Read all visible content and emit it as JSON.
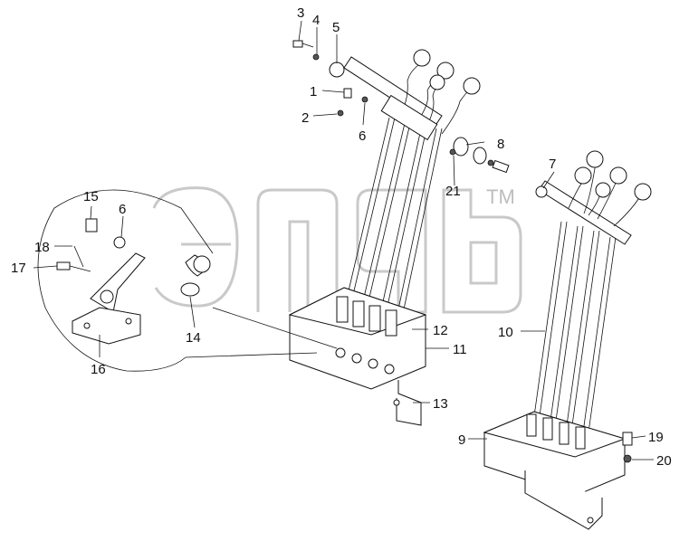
{
  "watermark": {
    "trademark": "TM"
  },
  "callouts": [
    {
      "id": "c1",
      "text": "1"
    },
    {
      "id": "c2",
      "text": "2"
    },
    {
      "id": "c3",
      "text": "3"
    },
    {
      "id": "c4",
      "text": "4"
    },
    {
      "id": "c5",
      "text": "5"
    },
    {
      "id": "c6a",
      "text": "6"
    },
    {
      "id": "c6b",
      "text": "6"
    },
    {
      "id": "c7",
      "text": "7"
    },
    {
      "id": "c8",
      "text": "8"
    },
    {
      "id": "c9",
      "text": "9"
    },
    {
      "id": "c10",
      "text": "10"
    },
    {
      "id": "c11",
      "text": "11"
    },
    {
      "id": "c12",
      "text": "12"
    },
    {
      "id": "c13",
      "text": "13"
    },
    {
      "id": "c14",
      "text": "14"
    },
    {
      "id": "c15",
      "text": "15"
    },
    {
      "id": "c16",
      "text": "16"
    },
    {
      "id": "c17",
      "text": "17"
    },
    {
      "id": "c18",
      "text": "18"
    },
    {
      "id": "c19",
      "text": "19"
    },
    {
      "id": "c20",
      "text": "20"
    },
    {
      "id": "c21",
      "text": "21"
    }
  ],
  "colors": {
    "line": "#111111",
    "watermark": "#c9c9c9",
    "background": "#ffffff"
  }
}
